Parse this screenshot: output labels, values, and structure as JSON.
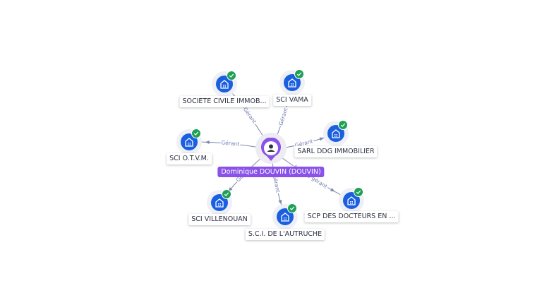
{
  "center": {
    "name": "Dominique DOUVIN (DOUVIN)",
    "icon": "person-icon",
    "color": "#8a52e8"
  },
  "colors": {
    "company": "#1a5fe0",
    "verified": "#1fa055",
    "edge": "#7d86ad",
    "edge_label": "#6f7bb0"
  },
  "companies": [
    {
      "name": "SOCIETE CIVILE IMMOB...",
      "relation": "Gérant",
      "icon": "building-icon",
      "verified": true
    },
    {
      "name": "SCI VAMA",
      "relation": "Gérant",
      "icon": "building-icon",
      "verified": true
    },
    {
      "name": "SARL DDG IMMOBILIER",
      "relation": "Gérant",
      "icon": "building-icon",
      "verified": true
    },
    {
      "name": "SCI O.T.V.M.",
      "relation": "Gérant",
      "icon": "building-icon",
      "verified": true
    },
    {
      "name": "SCP DES DOCTEURS EN ...",
      "relation": "Associé gérant",
      "icon": "building-icon",
      "verified": true
    },
    {
      "name": "SCI VILLENOUAN",
      "relation": "Gérant",
      "icon": "building-icon",
      "verified": true
    },
    {
      "name": "S.C.I. DE L'AUTRUCHE",
      "relation": "Gérant",
      "icon": "building-icon",
      "verified": true
    }
  ]
}
